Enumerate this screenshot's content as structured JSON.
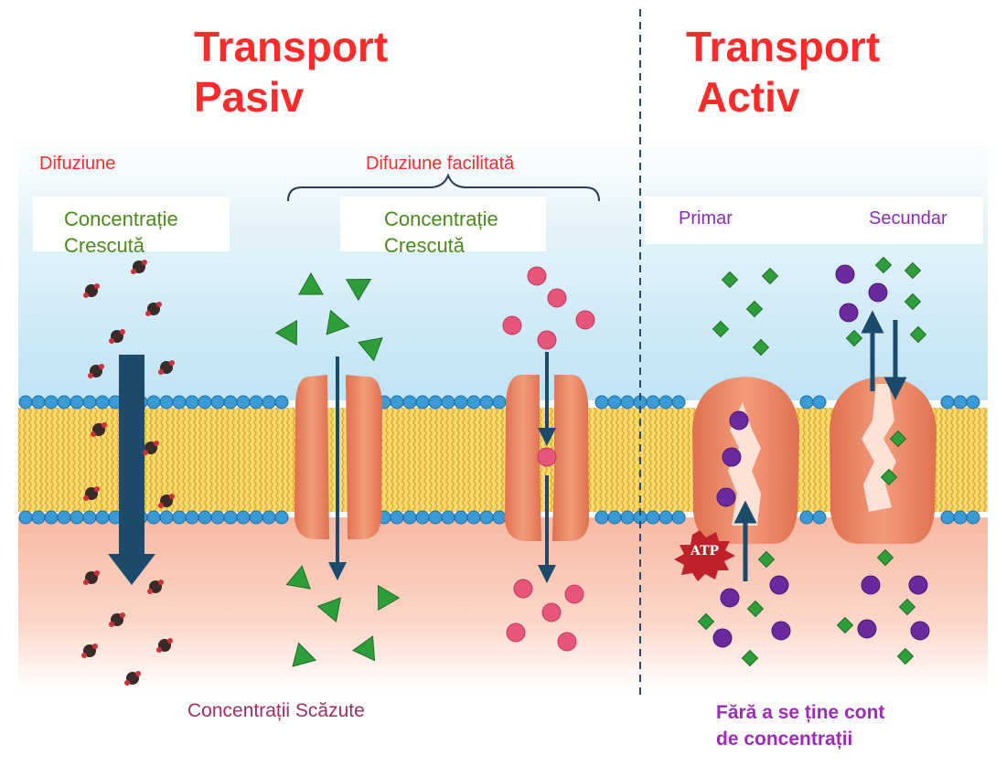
{
  "passive": {
    "title_line1": "Transport",
    "title_line2": "Pasiv",
    "diffusion_label": "Difuziune",
    "facilitated_label": "Difuziune facilitată",
    "high_conc_line1": "Concentrație",
    "high_conc_line2": "Crescută",
    "low_conc_label": "Concentrații Scăzute"
  },
  "active": {
    "title_line1": "Transport",
    "title_line2": "Activ",
    "primary_label": "Primar",
    "secondary_label": "Secundar",
    "atp_label": "ATP",
    "footer_line1": "Fără a se ține cont",
    "footer_line2": "de concentrații"
  },
  "colors": {
    "title_red": "#ff2a2a",
    "arrow_navy": "#1b4a6b",
    "protein_orange": "#e98a6a",
    "lipid_head_blue": "#3a9ad6",
    "lipid_tail_yellow": "#f4d35e",
    "green_particle": "#2e9e3a",
    "pink_particle": "#e8557a",
    "purple_particle": "#6a2a9e"
  }
}
